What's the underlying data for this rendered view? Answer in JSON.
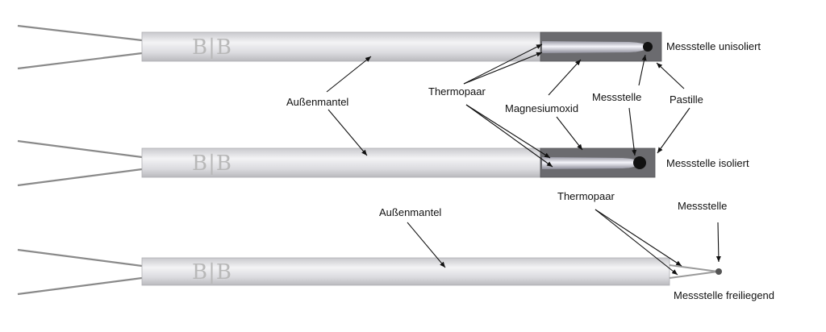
{
  "labels": {
    "aussenmantel_top": "Außenmantel",
    "thermopaar_top": "Thermopaar",
    "magnesiumoxid": "Magnesiumoxid",
    "messstelle_top": "Messstelle",
    "pastille": "Pastille",
    "messstelle_unisoliert": "Messstelle unisoliert",
    "messstelle_isoliert": "Messstelle isoliert",
    "aussenmantel_bottom": "Außenmantel",
    "thermopaar_bottom": "Thermopaar",
    "messstelle_bottom": "Messstelle",
    "messstelle_freiliegend": "Messstelle freiliegend"
  },
  "logo": {
    "text": "B|B"
  },
  "colors": {
    "sheath": "#d9d9dd",
    "sheath_highlight": "#f2f2f4",
    "insulation": "#6b6b6f",
    "junction": "#111111",
    "arrow": "#111111"
  }
}
